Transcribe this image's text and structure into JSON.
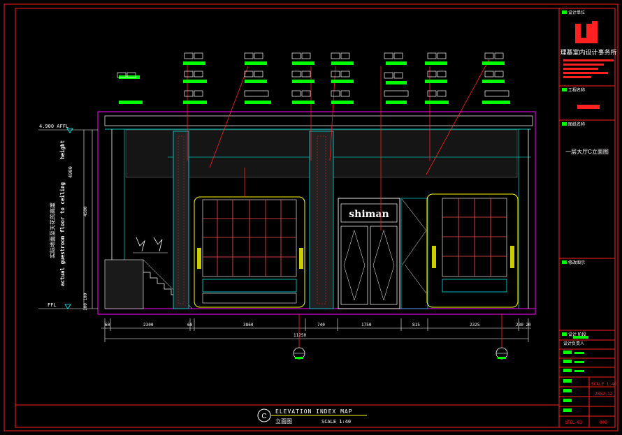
{
  "title_block": {
    "company_label": "设计单位",
    "company_name": "理基室内设计事务所",
    "project_label": "工程名称",
    "project_name": "",
    "drawing_label": "图纸名称",
    "drawing_name": "一层大厅C立面图",
    "note_label": "修改图示",
    "design_stage_label": "设计 阶段",
    "design_lead_label": "设计负责人",
    "scale_value": "SCALE 1:40",
    "date_value": "2002.12",
    "sheet_code": "1FEL-03"
  },
  "footer": {
    "index_letter": "C",
    "title_en": "ELEVATION INDEX MAP",
    "title_cn": "立面图",
    "scale": "SCALE 1:40"
  },
  "levels": {
    "top": "4.900 AFFL",
    "floor": "FFL"
  },
  "vertical_dims": {
    "main": "4500",
    "secondary": "4900",
    "bottom": "100 100"
  },
  "side_note": {
    "cn": "实际地面至天花的高度",
    "en1": "actual guestroom floor to ceiling",
    "en2": "height"
  },
  "bottom_dims": [
    "60",
    "2300",
    "60",
    "3860",
    "740",
    "1750",
    "815",
    "2325",
    "230 20"
  ],
  "total_dim": "11250",
  "sign_text": "shiman"
}
